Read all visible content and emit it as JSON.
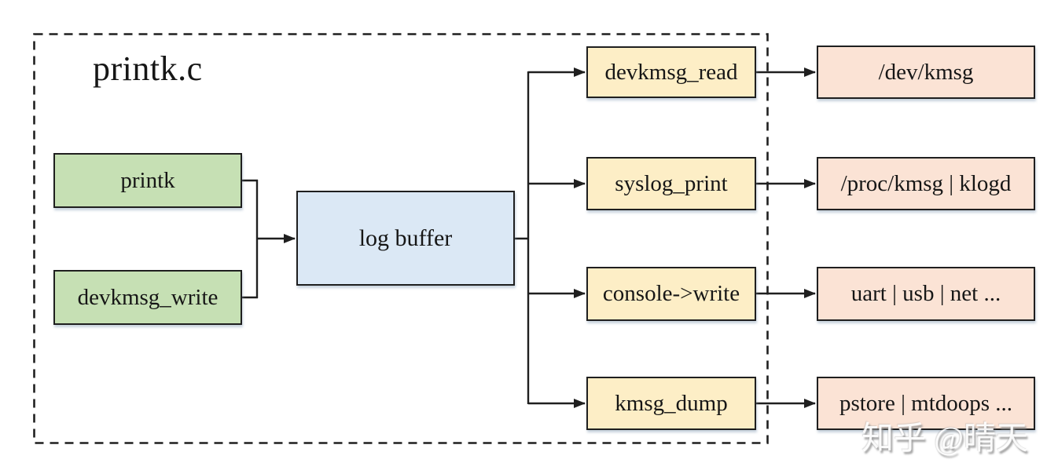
{
  "diagram": {
    "frame_title": "printk.c",
    "nodes": {
      "sources": [
        {
          "label": "printk"
        },
        {
          "label": "devkmsg_write"
        }
      ],
      "buffer": {
        "label": "log buffer"
      },
      "readers": [
        {
          "label": "devkmsg_read"
        },
        {
          "label": "syslog_print"
        },
        {
          "label": "console->write"
        },
        {
          "label": "kmsg_dump"
        }
      ],
      "outputs": [
        {
          "label": "/dev/kmsg"
        },
        {
          "label": "/proc/kmsg | klogd"
        },
        {
          "label": "uart | usb | net ..."
        },
        {
          "label": "pstore | mtdoops ..."
        }
      ]
    },
    "edges": [
      {
        "from": "printk",
        "to": "log buffer"
      },
      {
        "from": "devkmsg_write",
        "to": "log buffer"
      },
      {
        "from": "log buffer",
        "to": "devkmsg_read"
      },
      {
        "from": "log buffer",
        "to": "syslog_print"
      },
      {
        "from": "log buffer",
        "to": "console->write"
      },
      {
        "from": "log buffer",
        "to": "kmsg_dump"
      },
      {
        "from": "devkmsg_read",
        "to": "/dev/kmsg"
      },
      {
        "from": "syslog_print",
        "to": "/proc/kmsg | klogd"
      },
      {
        "from": "console->write",
        "to": "uart | usb | net ..."
      },
      {
        "from": "kmsg_dump",
        "to": "pstore | mtdoops ..."
      }
    ],
    "colors": {
      "source_fill": "#c6e0b4",
      "buffer_fill": "#dbe8f5",
      "reader_fill": "#fdeec6",
      "output_fill": "#fbe3d5",
      "line_color": "#1f1f1f"
    },
    "watermark": "知乎 @晴天"
  }
}
